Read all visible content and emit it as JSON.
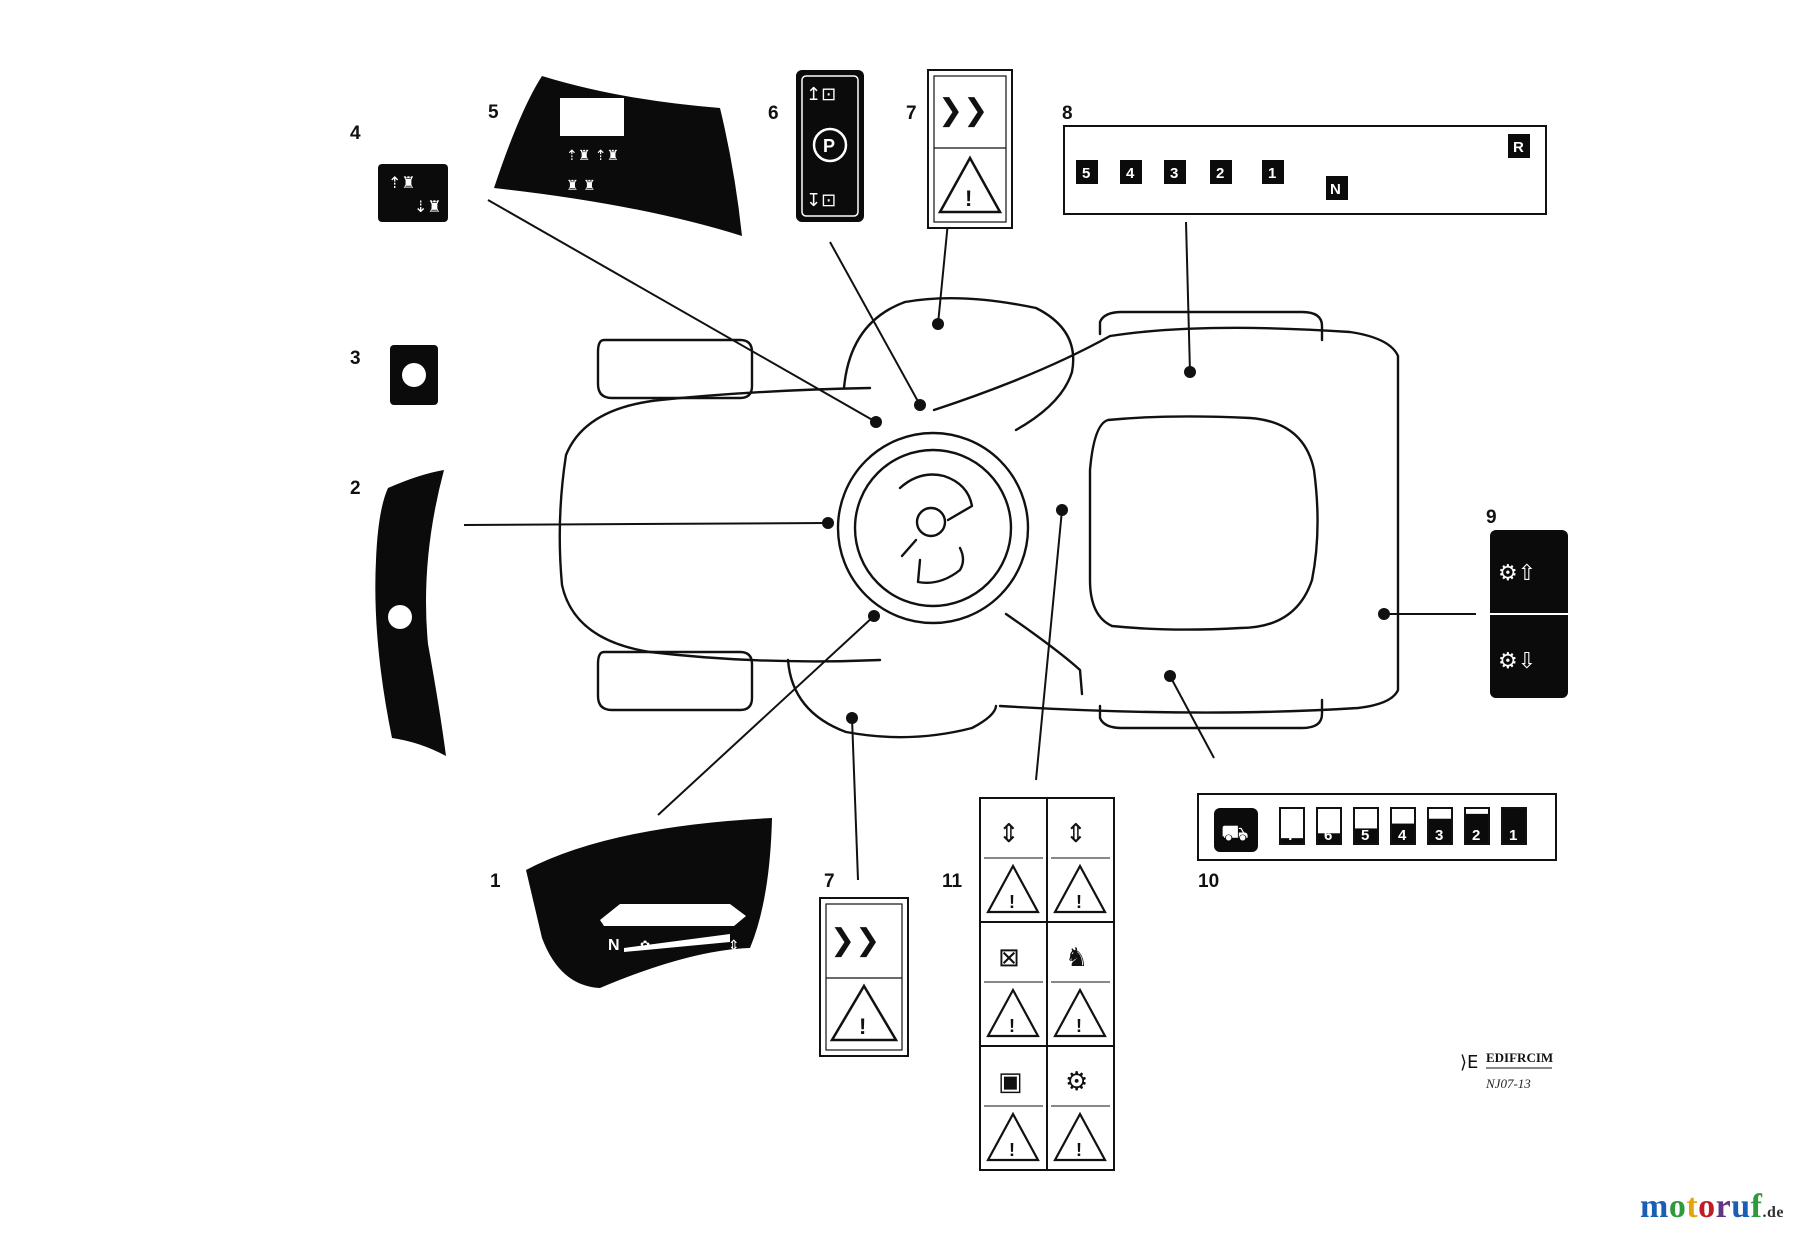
{
  "callouts": [
    "1",
    "2",
    "3",
    "4",
    "5",
    "6",
    "7",
    "8",
    "9",
    "10",
    "11"
  ],
  "callout_7b": "7",
  "decal8": {
    "gears": [
      "5",
      "4",
      "3",
      "2",
      "1"
    ],
    "neutral": "N",
    "reverse": "R"
  },
  "decal10": {
    "gears": [
      "7",
      "6",
      "5",
      "4",
      "3",
      "2",
      "1"
    ]
  },
  "decal6": {
    "park": "P"
  },
  "decal1": {
    "neutral": "N"
  },
  "edifrcim": {
    "logo_text": "EDIFRCIM",
    "code": "NJ07-13"
  },
  "watermark": {
    "text": "motoruf",
    "suffix": ".de",
    "colors": [
      "#1a5fb4",
      "#2e9a3c",
      "#e5a50a",
      "#c01c28",
      "#613583",
      "#1a5fb4",
      "#2e9a3c"
    ]
  }
}
